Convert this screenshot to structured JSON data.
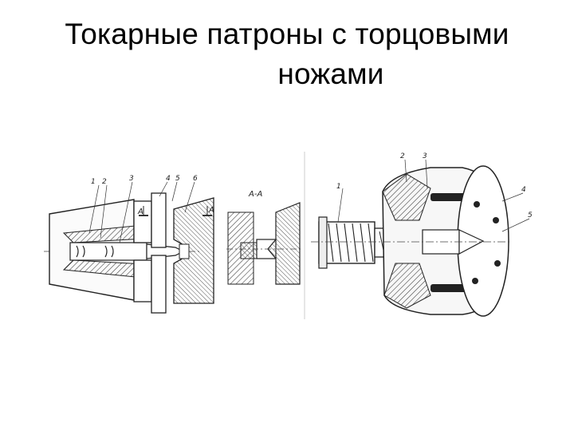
{
  "slide": {
    "title_line1": "Токарные патроны с торцовыми",
    "title_line2": "ножами"
  },
  "figure": {
    "left_drawing": {
      "labels": [
        "1",
        "2",
        "3",
        "4",
        "5",
        "6"
      ],
      "section_marks": [
        "A",
        "A"
      ],
      "section_title": "A-A"
    },
    "right_drawing": {
      "labels": [
        "1",
        "2",
        "3",
        "4",
        "5"
      ]
    }
  }
}
